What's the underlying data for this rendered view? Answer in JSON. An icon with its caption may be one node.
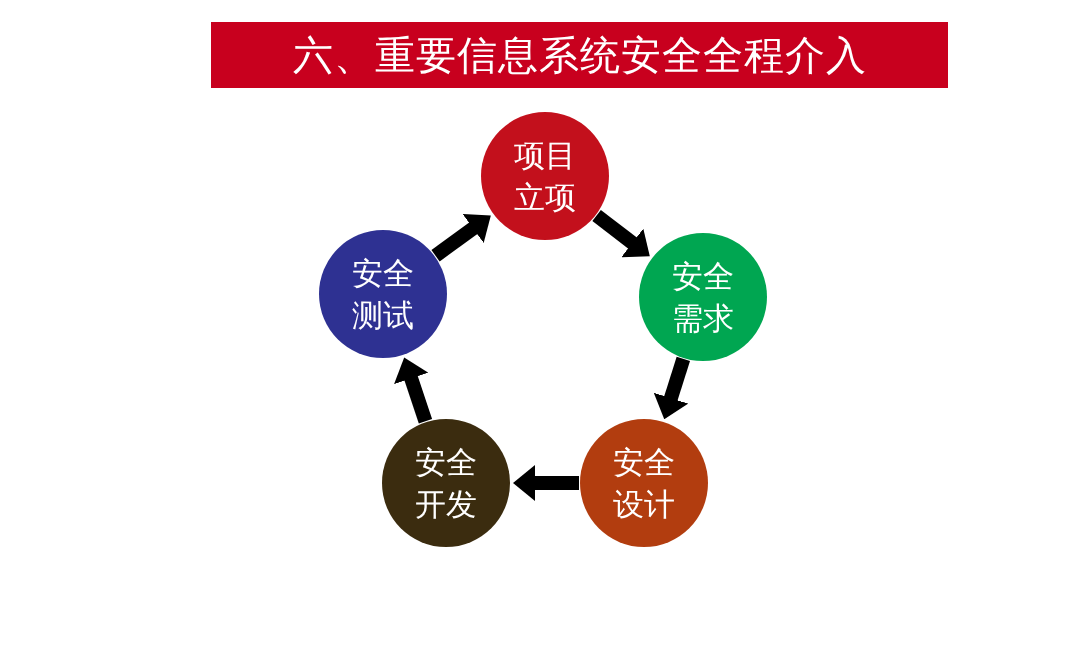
{
  "diagram": {
    "title": "六、重要信息系统安全全程介入",
    "nodes": [
      {
        "text": [
          "项目立项"
        ]
      },
      {
        "text": [
          "安全需求"
        ]
      },
      {
        "text": [
          "安全设计"
        ]
      },
      {
        "text": [
          "安全开发"
        ]
      },
      {
        "text": [
          "安全测试"
        ]
      }
    ],
    "edges": [
      {
        "from": 0,
        "to": 1,
        "arrow": "to"
      },
      {
        "from": 1,
        "to": 2,
        "arrow": "to"
      },
      {
        "from": 2,
        "to": 3,
        "arrow": "to"
      },
      {
        "from": 3,
        "to": 4,
        "arrow": "to"
      },
      {
        "from": 4,
        "to": 0,
        "arrow": "to"
      }
    ]
  }
}
